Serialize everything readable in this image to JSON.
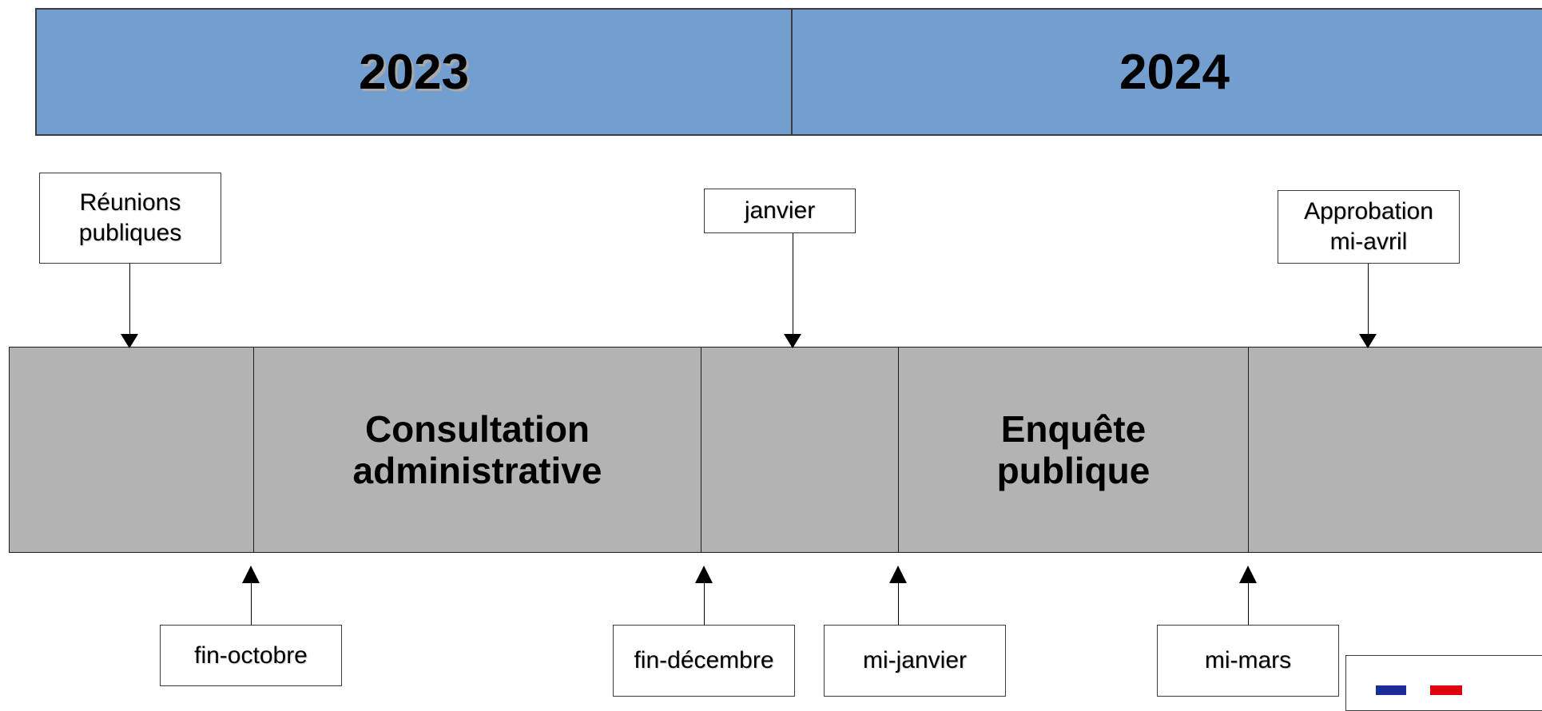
{
  "years": [
    "2023",
    "2024"
  ],
  "phases": {
    "p1": "",
    "consultation": "Consultation\nadministrative",
    "p3": "",
    "enquete": "Enquête\npublique",
    "p5": ""
  },
  "milestones_top": {
    "reunions": "Réunions\npubliques",
    "janvier": "janvier",
    "approbation": "Approbation\nmi-avril"
  },
  "milestones_bottom": {
    "fin_octobre": "fin-octobre",
    "fin_decembre": "fin-décembre",
    "mi_janvier": "mi-janvier",
    "mi_mars": "mi-mars"
  },
  "colors": {
    "year_bar": "#729fcf",
    "phase_bar": "#b3b3b3",
    "logo_blue": "#1c2b96",
    "logo_red": "#e1000f"
  }
}
